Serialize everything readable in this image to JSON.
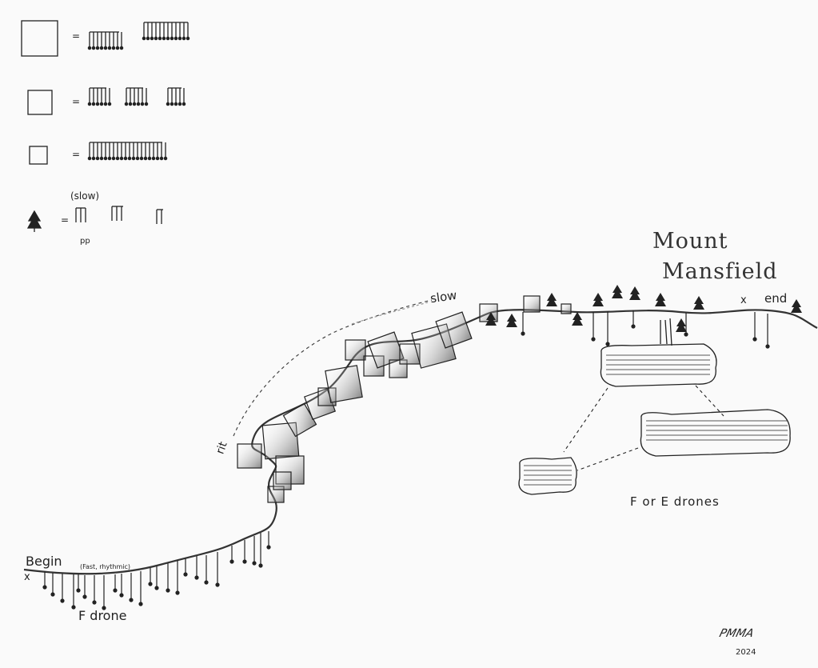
{
  "title": {
    "line1": "Mount",
    "line2": "Mansfield"
  },
  "legend": {
    "equals": "=",
    "tempo_note": "(slow)",
    "dynamic": "pp",
    "items": [
      {
        "symbol": "large-square"
      },
      {
        "symbol": "medium-square"
      },
      {
        "symbol": "small-square"
      },
      {
        "symbol": "tree"
      }
    ]
  },
  "score": {
    "begin_label": "Begin",
    "begin_marker": "x",
    "tempo_marking": "(Fast, rhythmic)",
    "start_drone": "F drone",
    "rit_label": "rit",
    "slow_label": "slow",
    "end_marker": "x",
    "end_label": "end",
    "end_drones": "F or E drones"
  },
  "signature": {
    "initials": "PMMA",
    "year": "2024"
  },
  "colors": {
    "ink": "#222222",
    "paper": "#fafafa",
    "shade": "#777777"
  }
}
